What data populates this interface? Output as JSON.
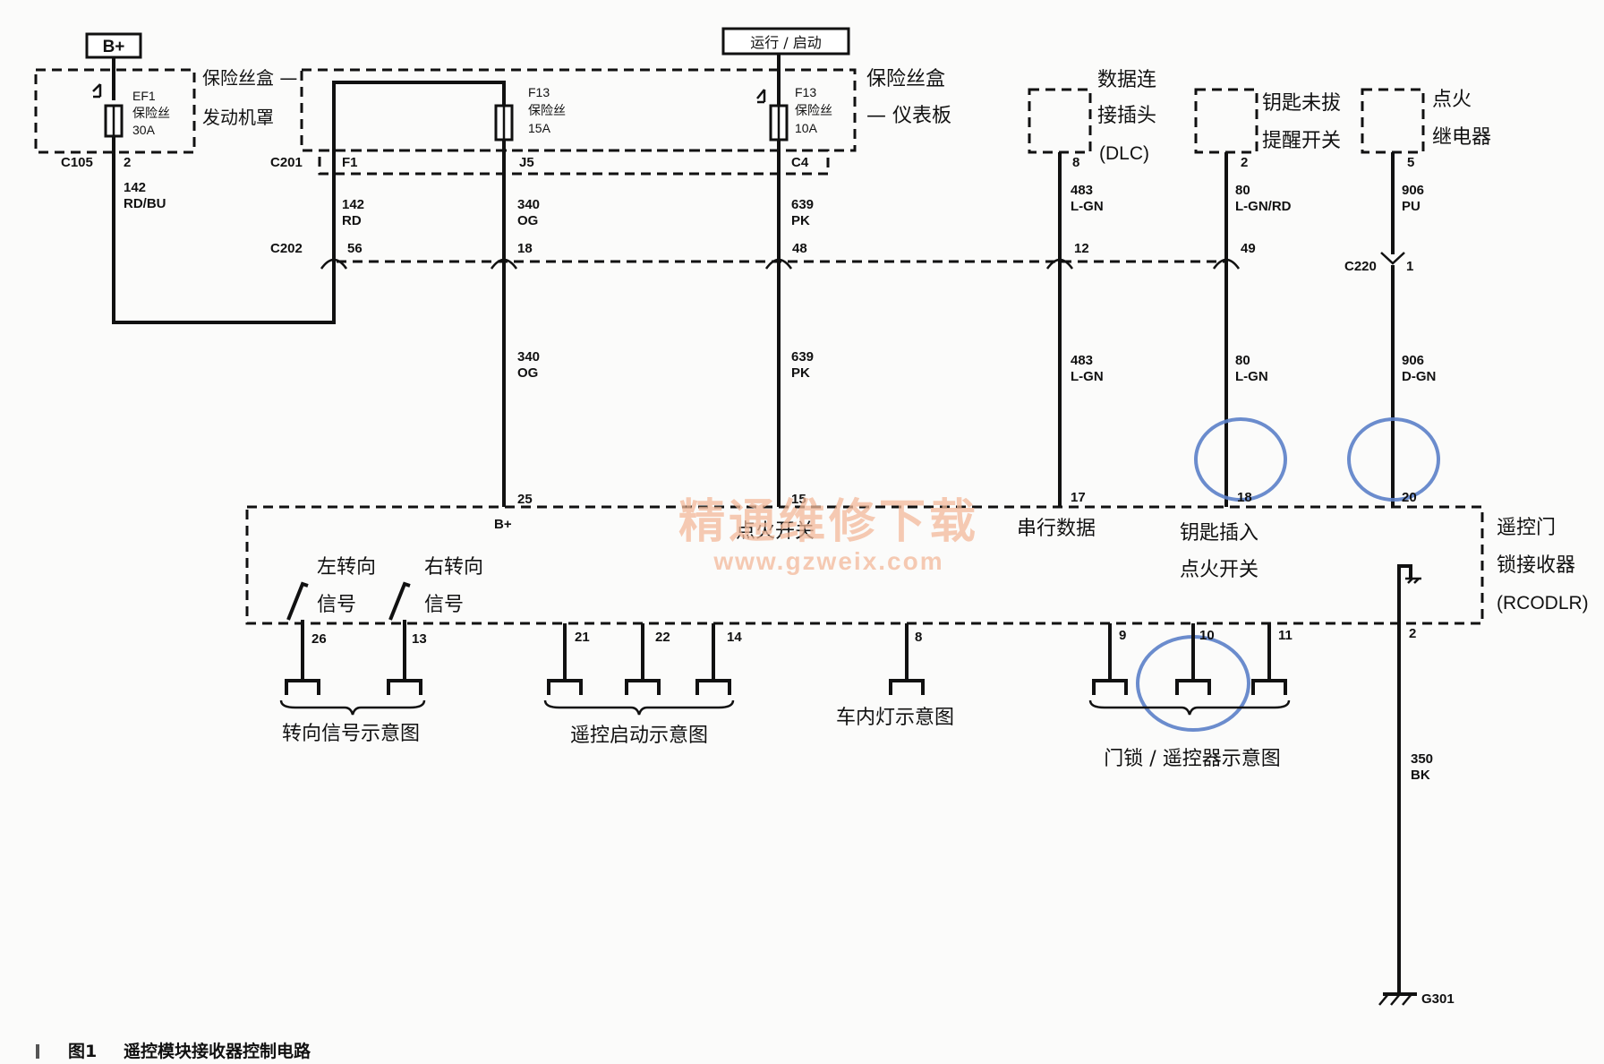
{
  "power": {
    "bplus": "B+",
    "run_start": "运行 / 启动"
  },
  "fuse_boxes": {
    "engine": {
      "line1": "保险丝盒 —",
      "line2": "发动机罩"
    },
    "panel": {
      "line1": "保险丝盒",
      "line2": "— 仪表板"
    }
  },
  "fuses": {
    "ef1": {
      "name": "EF1",
      "type": "保险丝",
      "rating": "30A"
    },
    "f13a": {
      "name": "F13",
      "type": "保险丝",
      "rating": "15A"
    },
    "f13b": {
      "name": "F13",
      "type": "保险丝",
      "rating": "10A"
    }
  },
  "connectors": {
    "c105": "C105",
    "c201": "C201",
    "c202": "C202",
    "c220": "C220",
    "g301": "G301"
  },
  "pins": {
    "c105_2": "2",
    "c201_f1": "F1",
    "c201_j5": "J5",
    "c201_c4": "C4",
    "c202_56": "56",
    "c202_18": "18",
    "c202_48": "48",
    "c202_12": "12",
    "c202_49": "49",
    "c220_1": "1",
    "dlc_8": "8",
    "key_2": "2",
    "relay_5": "5",
    "m25": "25",
    "m15": "15",
    "m17": "17",
    "m18": "18",
    "m20": "20",
    "m26": "26",
    "m13": "13",
    "m21": "21",
    "m22": "22",
    "m14": "14",
    "m8": "8",
    "m9": "9",
    "m10": "10",
    "m11": "11",
    "m2": "2"
  },
  "wires": [
    {
      "id": "142a",
      "circuit": "142",
      "color": "RD/BU"
    },
    {
      "id": "142b",
      "circuit": "142",
      "color": "RD"
    },
    {
      "id": "340a",
      "circuit": "340",
      "color": "OG"
    },
    {
      "id": "340b",
      "circuit": "340",
      "color": "OG"
    },
    {
      "id": "639a",
      "circuit": "639",
      "color": "PK"
    },
    {
      "id": "639b",
      "circuit": "639",
      "color": "PK"
    },
    {
      "id": "483a",
      "circuit": "483",
      "color": "L-GN"
    },
    {
      "id": "483b",
      "circuit": "483",
      "color": "L-GN"
    },
    {
      "id": "80a",
      "circuit": "80",
      "color": "L-GN/RD"
    },
    {
      "id": "80b",
      "circuit": "80",
      "color": "L-GN"
    },
    {
      "id": "906a",
      "circuit": "906",
      "color": "PU"
    },
    {
      "id": "906b",
      "circuit": "906",
      "color": "D-GN"
    },
    {
      "id": "350",
      "circuit": "350",
      "color": "BK"
    }
  ],
  "components": {
    "dlc": {
      "line1": "数据连",
      "line2": "接插头",
      "line3": "(DLC)"
    },
    "key_switch": {
      "line1": "钥匙未拔",
      "line2": "提醒开关"
    },
    "relay": {
      "line1": "点火",
      "line2": "继电器"
    },
    "module": {
      "line1": "遥控门",
      "line2": "锁接收器",
      "line3": "(RCODLR)"
    }
  },
  "module_labels": {
    "bplus": "B+",
    "ignition": "点火开关",
    "serial": "串行数据",
    "key_in_1": "钥匙插入",
    "key_in_2": "点火开关",
    "left_turn_1": "左转向",
    "left_turn_2": "信号",
    "right_turn_1": "右转向",
    "right_turn_2": "信号"
  },
  "groups": {
    "turn": "转向信号示意图",
    "remote_start": "遥控启动示意图",
    "dome": "车内灯示意图",
    "doorlock": "门锁 / 遥控器示意图"
  },
  "watermark": {
    "cn": "精通维修下载",
    "url": "www.gzweix.com"
  },
  "caption": {
    "number": "图1",
    "title": "遥控模块接收器控制电路"
  },
  "colors": {
    "ink": "#111111",
    "highlight": "#5b7fc8",
    "watermark": "#f3b99a"
  }
}
